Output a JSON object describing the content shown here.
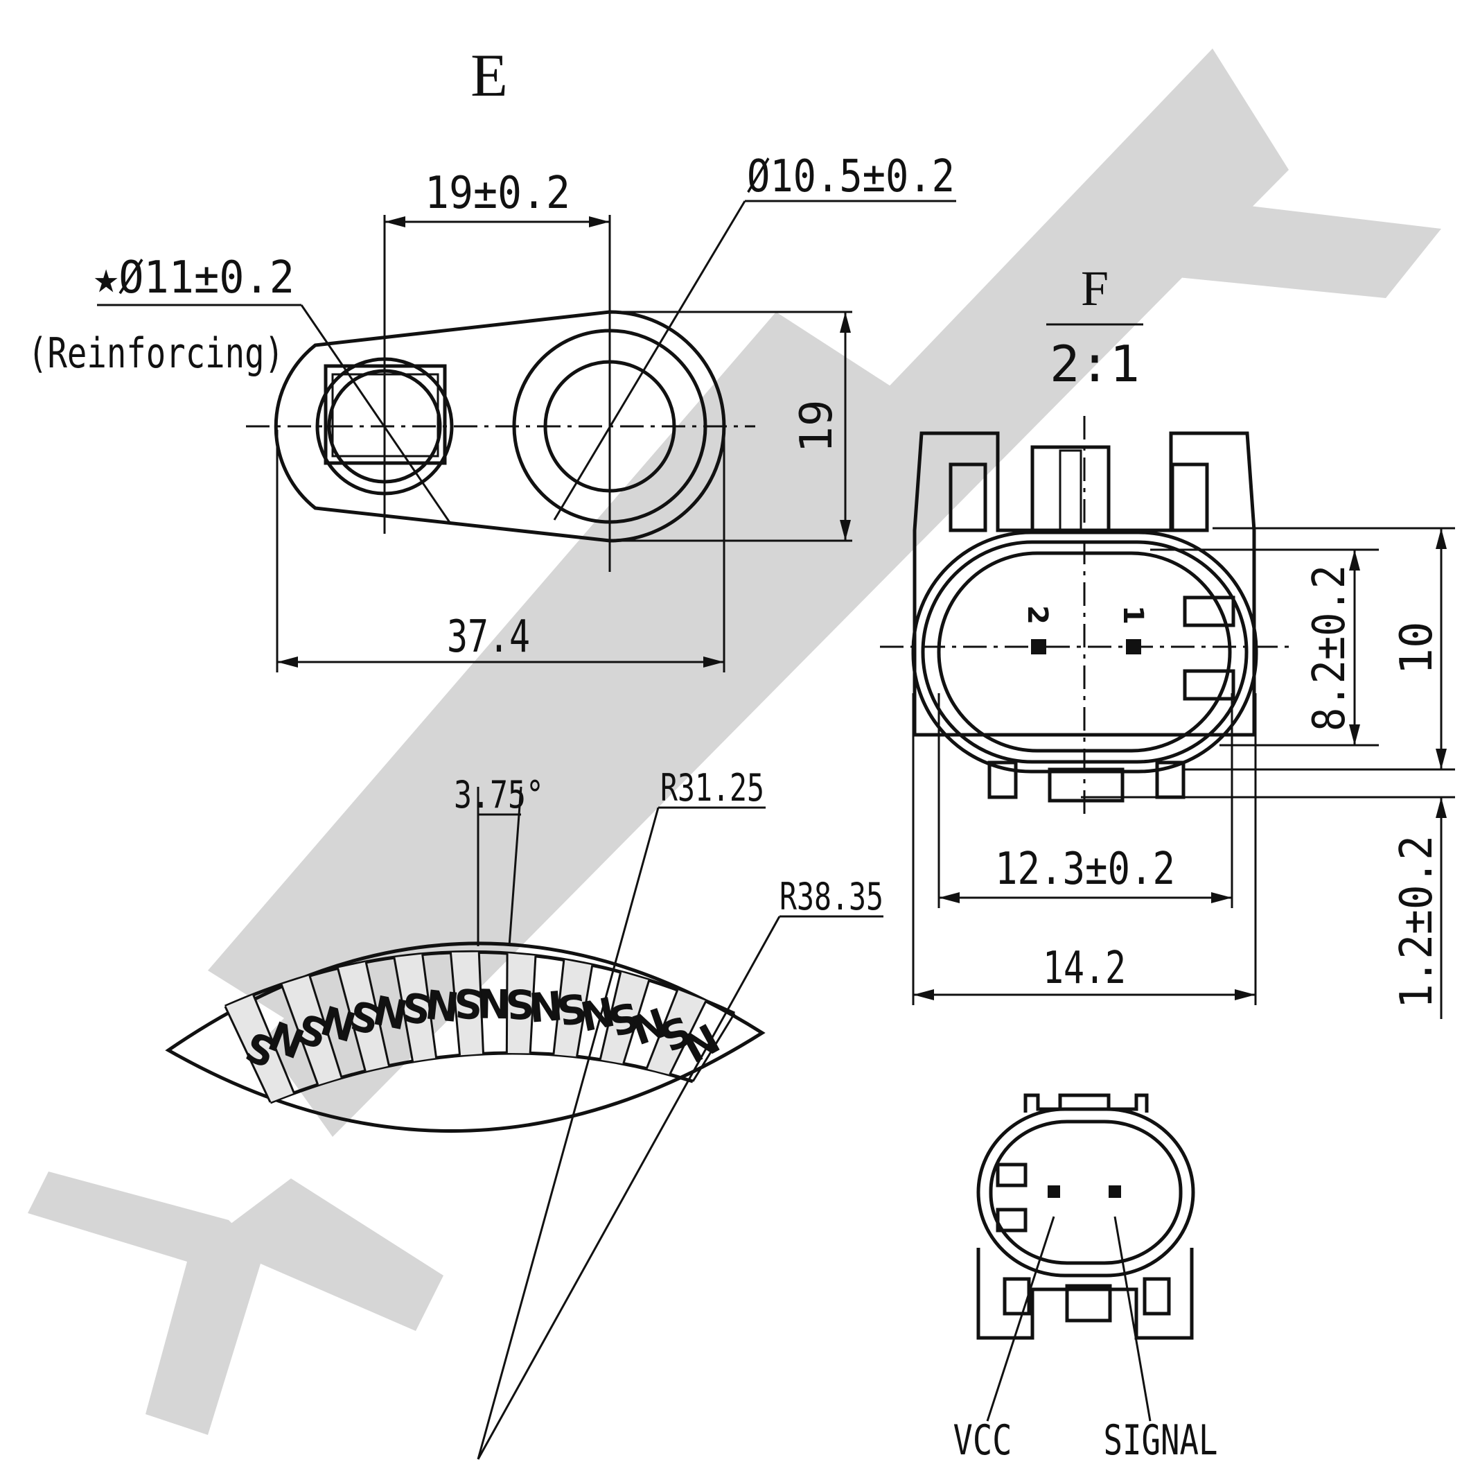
{
  "watermark": {
    "color": "#d6d6d6"
  },
  "view_e": {
    "label": "E",
    "dim_hole_spacing": "19±0.2",
    "dim_large_hole": "Ø10.5±0.2",
    "dim_small_hole": "★Ø11±0.2",
    "note_small_hole": "(Reinforcing)",
    "dim_height": "19",
    "dim_length": "37.4"
  },
  "view_f": {
    "label": "F",
    "scale": "2:1",
    "pin_1": "1",
    "pin_2": "2",
    "dim_pin_area": "8.2±0.2",
    "dim_body_height": "10",
    "dim_inner_width": "12.3±0.2",
    "dim_outer_width": "14.2",
    "dim_foot": "1.2±0.2"
  },
  "magnet": {
    "dim_angle": "3.75°",
    "dim_inner_radius": "R31.25",
    "dim_outer_radius": "R38.35",
    "poles": [
      "S",
      "N",
      "S",
      "N",
      "S",
      "N",
      "S",
      "N",
      "S",
      "N",
      "S",
      "N",
      "S",
      "N",
      "S",
      "N",
      "S",
      "N"
    ]
  },
  "connector_front": {
    "label_vcc": "VCC",
    "label_signal": "SIGNAL"
  }
}
